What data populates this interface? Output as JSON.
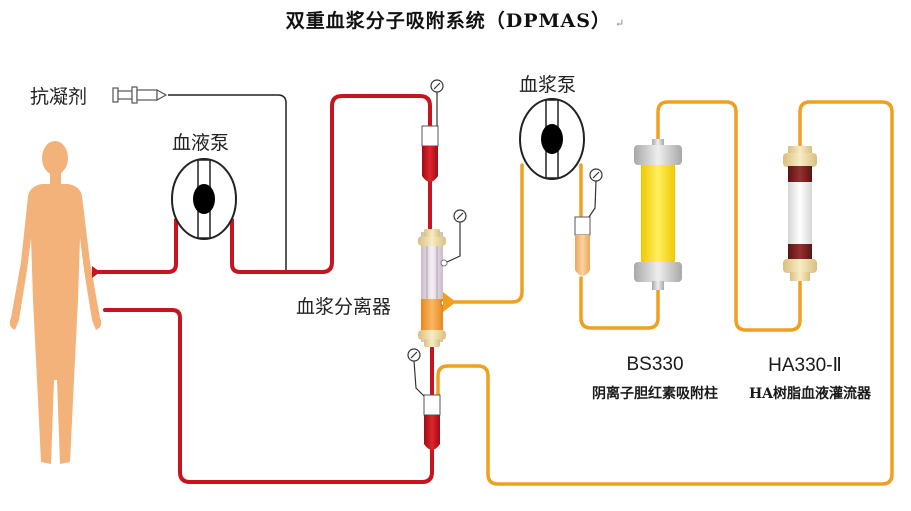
{
  "title": "双重血浆分子吸附系统（DPMAS）",
  "title_return_mark": "↵",
  "labels": {
    "anticoagulant": "抗凝剂",
    "blood_pump": "血液泵",
    "plasma_pump": "血浆泵",
    "plasma_separator": "血浆分离器"
  },
  "columns": [
    {
      "model": "BS330",
      "description": "阴离子胆红素吸附柱"
    },
    {
      "model": "HA330-Ⅱ",
      "description": "HA树脂血液灌流器"
    }
  ],
  "colors": {
    "blood_line": "#c8141e",
    "plasma_line": "#f0a020",
    "anticoagulant_line": "#222222",
    "body": "#f2b27a",
    "bs330_fill": "#f7d820",
    "ha330_band": "#7a2020",
    "cap_tan": "#ecd9a0",
    "cap_grey": "#c8c8c8"
  },
  "icons": [
    "human-body",
    "syringe-icon",
    "roller-pump-icon",
    "pressure-gauge-icon",
    "drip-chamber-icon",
    "separator-cartridge",
    "adsorption-column"
  ]
}
